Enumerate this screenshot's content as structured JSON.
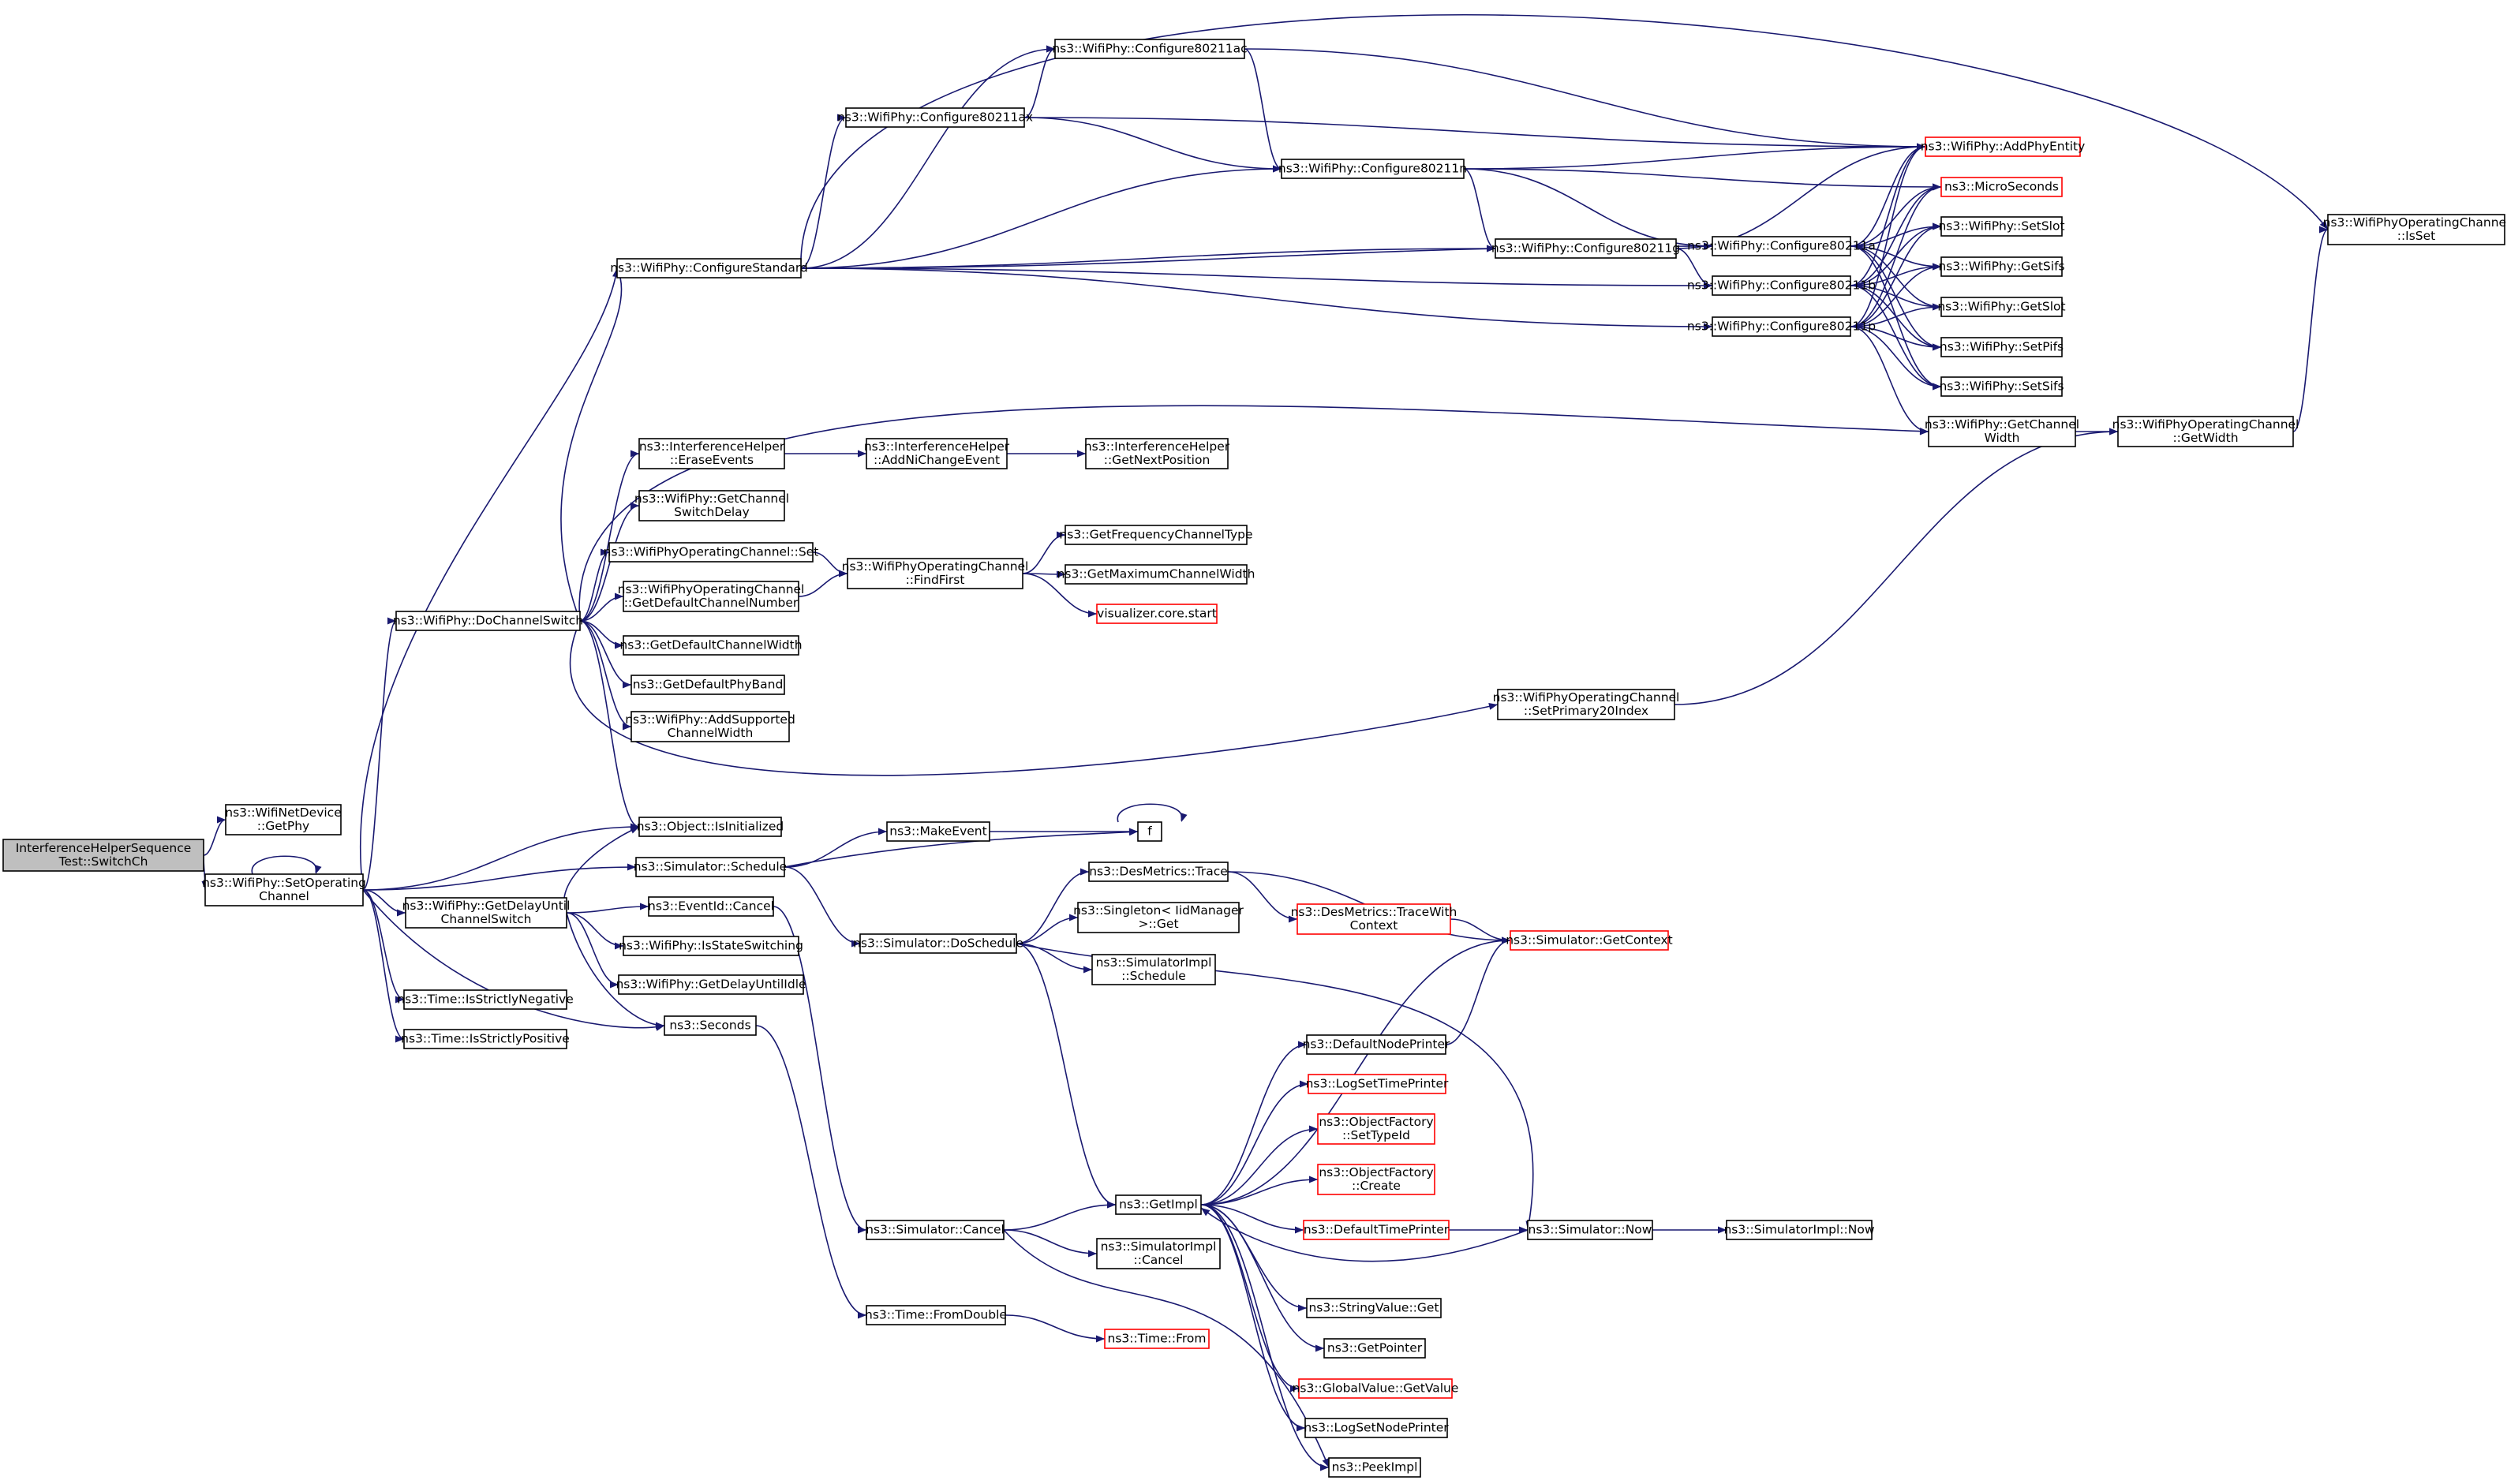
{
  "colors": {
    "edge": "#191970",
    "node_border": "#000000",
    "highlight_border": "#ff0000",
    "root_fill": "#bfbfbf"
  },
  "nodes": [
    {
      "id": "root",
      "lines": [
        "InterferenceHelperSequence",
        "Test::SwitchCh"
      ],
      "style": "root"
    },
    {
      "id": "getphy",
      "lines": [
        "ns3::WifiNetDevice",
        "::GetPhy"
      ]
    },
    {
      "id": "setop",
      "lines": [
        "ns3::WifiPhy::SetOperating",
        "Channel"
      ]
    },
    {
      "id": "configstd",
      "lines": [
        "ns3::WifiPhy::ConfigureStandard"
      ]
    },
    {
      "id": "dochsw",
      "lines": [
        "ns3::WifiPhy::DoChannelSwitch"
      ]
    },
    {
      "id": "getdelay",
      "lines": [
        "ns3::WifiPhy::GetDelayUntil",
        "ChannelSwitch"
      ]
    },
    {
      "id": "strneg",
      "lines": [
        "ns3::Time::IsStrictlyNegative"
      ]
    },
    {
      "id": "strpos",
      "lines": [
        "ns3::Time::IsStrictlyPositive"
      ]
    },
    {
      "id": "cfgax",
      "lines": [
        "ns3::WifiPhy::Configure80211ax"
      ]
    },
    {
      "id": "cfgac",
      "lines": [
        "ns3::WifiPhy::Configure80211ac"
      ]
    },
    {
      "id": "cfgn",
      "lines": [
        "ns3::WifiPhy::Configure80211n"
      ]
    },
    {
      "id": "cfgg",
      "lines": [
        "ns3::WifiPhy::Configure80211g"
      ]
    },
    {
      "id": "cfga",
      "lines": [
        "ns3::WifiPhy::Configure80211a"
      ]
    },
    {
      "id": "cfgb",
      "lines": [
        "ns3::WifiPhy::Configure80211b"
      ]
    },
    {
      "id": "cfgp",
      "lines": [
        "ns3::WifiPhy::Configure80211p"
      ]
    },
    {
      "id": "addphy",
      "lines": [
        "ns3::WifiPhy::AddPhyEntity"
      ],
      "style": "red"
    },
    {
      "id": "micro",
      "lines": [
        "ns3::MicroSeconds"
      ],
      "style": "red"
    },
    {
      "id": "setslot",
      "lines": [
        "ns3::WifiPhy::SetSlot"
      ]
    },
    {
      "id": "getsifs",
      "lines": [
        "ns3::WifiPhy::GetSifs"
      ]
    },
    {
      "id": "getslot",
      "lines": [
        "ns3::WifiPhy::GetSlot"
      ]
    },
    {
      "id": "setpifs",
      "lines": [
        "ns3::WifiPhy::SetPifs"
      ]
    },
    {
      "id": "setsifs",
      "lines": [
        "ns3::WifiPhy::SetSifs"
      ]
    },
    {
      "id": "isset",
      "lines": [
        "ns3::WifiPhyOperatingChannel",
        "::IsSet"
      ]
    },
    {
      "id": "getchw",
      "lines": [
        "ns3::WifiPhy::GetChannel",
        "Width"
      ]
    },
    {
      "id": "getwidth",
      "lines": [
        "ns3::WifiPhyOperatingChannel",
        "::GetWidth"
      ]
    },
    {
      "id": "erase",
      "lines": [
        "ns3::InterferenceHelper",
        "::EraseEvents"
      ]
    },
    {
      "id": "addni",
      "lines": [
        "ns3::InterferenceHelper",
        "::AddNiChangeEvent"
      ]
    },
    {
      "id": "getnext",
      "lines": [
        "ns3::InterferenceHelper",
        "::GetNextPosition"
      ]
    },
    {
      "id": "chswdelay",
      "lines": [
        "ns3::WifiPhy::GetChannel",
        "SwitchDelay"
      ]
    },
    {
      "id": "opset",
      "lines": [
        "ns3::WifiPhyOperatingChannel::Set"
      ]
    },
    {
      "id": "defchnum",
      "lines": [
        "ns3::WifiPhyOperatingChannel",
        "::GetDefaultChannelNumber"
      ]
    },
    {
      "id": "findfirst",
      "lines": [
        "ns3::WifiPhyOperatingChannel",
        "::FindFirst"
      ]
    },
    {
      "id": "freqtype",
      "lines": [
        "ns3::GetFrequencyChannelType"
      ]
    },
    {
      "id": "maxchw",
      "lines": [
        "ns3::GetMaximumChannelWidth"
      ]
    },
    {
      "id": "vizstart",
      "lines": [
        "visualizer.core.start"
      ],
      "style": "red"
    },
    {
      "id": "defchw",
      "lines": [
        "ns3::GetDefaultChannelWidth"
      ]
    },
    {
      "id": "defband",
      "lines": [
        "ns3::GetDefaultPhyBand"
      ]
    },
    {
      "id": "addsupp",
      "lines": [
        "ns3::WifiPhy::AddSupported",
        "ChannelWidth"
      ]
    },
    {
      "id": "setprim",
      "lines": [
        "ns3::WifiPhyOperatingChannel",
        "::SetPrimary20Index"
      ]
    },
    {
      "id": "isinit",
      "lines": [
        "ns3::Object::IsInitialized"
      ]
    },
    {
      "id": "schedule",
      "lines": [
        "ns3::Simulator::Schedule"
      ]
    },
    {
      "id": "evcancel",
      "lines": [
        "ns3::EventId::Cancel"
      ]
    },
    {
      "id": "isstatesw",
      "lines": [
        "ns3::WifiPhy::IsStateSwitching"
      ]
    },
    {
      "id": "delayidle",
      "lines": [
        "ns3::WifiPhy::GetDelayUntilIdle"
      ]
    },
    {
      "id": "seconds",
      "lines": [
        "ns3::Seconds"
      ]
    },
    {
      "id": "makeevent",
      "lines": [
        "ns3::MakeEvent"
      ]
    },
    {
      "id": "f",
      "lines": [
        "f"
      ]
    },
    {
      "id": "desmetrics",
      "lines": [
        "ns3::DesMetrics::Trace"
      ]
    },
    {
      "id": "tracewith",
      "lines": [
        "ns3::DesMetrics::TraceWith",
        "Context"
      ],
      "style": "red"
    },
    {
      "id": "getcontext",
      "lines": [
        "ns3::Simulator::GetContext"
      ],
      "style": "red"
    },
    {
      "id": "singleton",
      "lines": [
        "ns3::Singleton< IidManager",
        " >::Get"
      ]
    },
    {
      "id": "doschedule",
      "lines": [
        "ns3::Simulator::DoSchedule"
      ]
    },
    {
      "id": "implsched",
      "lines": [
        "ns3::SimulatorImpl",
        "::Schedule"
      ]
    },
    {
      "id": "defnodepr",
      "lines": [
        "ns3::DefaultNodePrinter"
      ]
    },
    {
      "id": "logsettime",
      "lines": [
        "ns3::LogSetTimePrinter"
      ],
      "style": "red"
    },
    {
      "id": "settypeid",
      "lines": [
        "ns3::ObjectFactory",
        "::SetTypeId"
      ],
      "style": "red"
    },
    {
      "id": "create",
      "lines": [
        "ns3::ObjectFactory",
        "::Create"
      ],
      "style": "red"
    },
    {
      "id": "deftimepr",
      "lines": [
        "ns3::DefaultTimePrinter"
      ],
      "style": "red"
    },
    {
      "id": "simnow",
      "lines": [
        "ns3::Simulator::Now"
      ]
    },
    {
      "id": "implnow",
      "lines": [
        "ns3::SimulatorImpl::Now"
      ]
    },
    {
      "id": "getimpl",
      "lines": [
        "ns3::GetImpl"
      ]
    },
    {
      "id": "simcancel",
      "lines": [
        "ns3::Simulator::Cancel"
      ]
    },
    {
      "id": "implcancel",
      "lines": [
        "ns3::SimulatorImpl",
        "::Cancel"
      ]
    },
    {
      "id": "strget",
      "lines": [
        "ns3::StringValue::Get"
      ]
    },
    {
      "id": "getpointer",
      "lines": [
        "ns3::GetPointer"
      ]
    },
    {
      "id": "globalget",
      "lines": [
        "ns3::GlobalValue::GetValue"
      ],
      "style": "red"
    },
    {
      "id": "logsetnode",
      "lines": [
        "ns3::LogSetNodePrinter"
      ]
    },
    {
      "id": "peekimpl",
      "lines": [
        "ns3::PeekImpl"
      ]
    },
    {
      "id": "fromdouble",
      "lines": [
        "ns3::Time::FromDouble"
      ]
    },
    {
      "id": "timefrom",
      "lines": [
        "ns3::Time::From"
      ],
      "style": "red"
    }
  ],
  "edges": [
    [
      "root",
      "getphy"
    ],
    [
      "root",
      "setop"
    ],
    [
      "setop",
      "setop"
    ],
    [
      "setop",
      "configstd"
    ],
    [
      "setop",
      "dochsw"
    ],
    [
      "setop",
      "getdelay"
    ],
    [
      "setop",
      "strneg"
    ],
    [
      "setop",
      "strpos"
    ],
    [
      "setop",
      "isinit"
    ],
    [
      "setop",
      "schedule"
    ],
    [
      "setop",
      "seconds"
    ],
    [
      "configstd",
      "cfgax"
    ],
    [
      "configstd",
      "cfgac"
    ],
    [
      "configstd",
      "cfgn"
    ],
    [
      "configstd",
      "cfgg"
    ],
    [
      "configstd",
      "cfga"
    ],
    [
      "configstd",
      "cfgb"
    ],
    [
      "configstd",
      "cfgp"
    ],
    [
      "configstd",
      "isset"
    ],
    [
      "cfgax",
      "cfgac"
    ],
    [
      "cfgax",
      "cfgn"
    ],
    [
      "cfgax",
      "addphy"
    ],
    [
      "cfgac",
      "cfgn"
    ],
    [
      "cfgac",
      "addphy"
    ],
    [
      "cfgn",
      "addphy"
    ],
    [
      "cfgn",
      "micro"
    ],
    [
      "cfgn",
      "cfgg"
    ],
    [
      "cfgn",
      "cfga"
    ],
    [
      "cfgg",
      "addphy"
    ],
    [
      "cfgg",
      "cfgb"
    ],
    [
      "cfga",
      "addphy"
    ],
    [
      "cfga",
      "micro"
    ],
    [
      "cfga",
      "setslot"
    ],
    [
      "cfga",
      "getsifs"
    ],
    [
      "cfga",
      "getslot"
    ],
    [
      "cfga",
      "setpifs"
    ],
    [
      "cfga",
      "setsifs"
    ],
    [
      "cfgb",
      "addphy"
    ],
    [
      "cfgb",
      "micro"
    ],
    [
      "cfgb",
      "setslot"
    ],
    [
      "cfgb",
      "getsifs"
    ],
    [
      "cfgb",
      "getslot"
    ],
    [
      "cfgb",
      "setpifs"
    ],
    [
      "cfgb",
      "setsifs"
    ],
    [
      "cfgp",
      "addphy"
    ],
    [
      "cfgp",
      "micro"
    ],
    [
      "cfgp",
      "setslot"
    ],
    [
      "cfgp",
      "getsifs"
    ],
    [
      "cfgp",
      "getslot"
    ],
    [
      "cfgp",
      "setpifs"
    ],
    [
      "cfgp",
      "setsifs"
    ],
    [
      "cfgp",
      "getchw"
    ],
    [
      "getchw",
      "getwidth"
    ],
    [
      "getwidth",
      "isset"
    ],
    [
      "dochsw",
      "configstd"
    ],
    [
      "dochsw",
      "getchw"
    ],
    [
      "dochsw",
      "erase"
    ],
    [
      "dochsw",
      "chswdelay"
    ],
    [
      "dochsw",
      "opset"
    ],
    [
      "dochsw",
      "defchnum"
    ],
    [
      "dochsw",
      "defchw"
    ],
    [
      "dochsw",
      "defband"
    ],
    [
      "dochsw",
      "addsupp"
    ],
    [
      "dochsw",
      "setprim"
    ],
    [
      "dochsw",
      "isinit"
    ],
    [
      "erase",
      "addni"
    ],
    [
      "addni",
      "getnext"
    ],
    [
      "opset",
      "findfirst"
    ],
    [
      "defchnum",
      "findfirst"
    ],
    [
      "findfirst",
      "freqtype"
    ],
    [
      "findfirst",
      "maxchw"
    ],
    [
      "findfirst",
      "vizstart"
    ],
    [
      "setprim",
      "getwidth"
    ],
    [
      "getdelay",
      "isinit"
    ],
    [
      "getdelay",
      "evcancel"
    ],
    [
      "getdelay",
      "isstatesw"
    ],
    [
      "getdelay",
      "delayidle"
    ],
    [
      "getdelay",
      "seconds"
    ],
    [
      "schedule",
      "makeevent"
    ],
    [
      "schedule",
      "f"
    ],
    [
      "schedule",
      "doschedule"
    ],
    [
      "makeevent",
      "f"
    ],
    [
      "f",
      "f"
    ],
    [
      "doschedule",
      "desmetrics"
    ],
    [
      "doschedule",
      "singleton"
    ],
    [
      "doschedule",
      "implsched"
    ],
    [
      "doschedule",
      "getimpl"
    ],
    [
      "doschedule",
      "simnow"
    ],
    [
      "desmetrics",
      "tracewith"
    ],
    [
      "desmetrics",
      "getcontext"
    ],
    [
      "tracewith",
      "getcontext"
    ],
    [
      "evcancel",
      "simcancel"
    ],
    [
      "seconds",
      "fromdouble"
    ],
    [
      "fromdouble",
      "timefrom"
    ],
    [
      "simcancel",
      "getimpl"
    ],
    [
      "simcancel",
      "implcancel"
    ],
    [
      "simcancel",
      "peekimpl"
    ],
    [
      "getimpl",
      "getcontext"
    ],
    [
      "getimpl",
      "defnodepr"
    ],
    [
      "getimpl",
      "logsettime"
    ],
    [
      "getimpl",
      "settypeid"
    ],
    [
      "getimpl",
      "create"
    ],
    [
      "getimpl",
      "deftimepr"
    ],
    [
      "getimpl",
      "strget"
    ],
    [
      "getimpl",
      "getpointer"
    ],
    [
      "getimpl",
      "globalget"
    ],
    [
      "getimpl",
      "logsetnode"
    ],
    [
      "getimpl",
      "peekimpl"
    ],
    [
      "defnodepr",
      "getcontext"
    ],
    [
      "deftimepr",
      "simnow"
    ],
    [
      "simnow",
      "getimpl"
    ],
    [
      "simnow",
      "implnow"
    ]
  ]
}
